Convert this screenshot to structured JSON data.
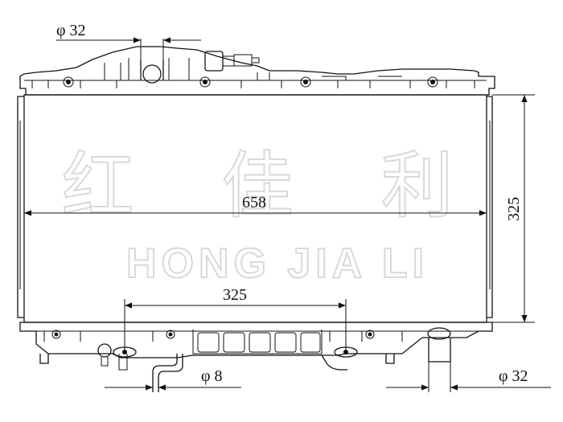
{
  "watermark": {
    "chinese": "红 佳 利",
    "latin": "HONG JIA LI"
  },
  "dimensions": {
    "top_inlet": "φ 32",
    "core_width": "658",
    "core_height": "325",
    "bracket_spacing": "325",
    "drain_pipe": "φ 8",
    "bottom_outlet": "φ 32"
  }
}
